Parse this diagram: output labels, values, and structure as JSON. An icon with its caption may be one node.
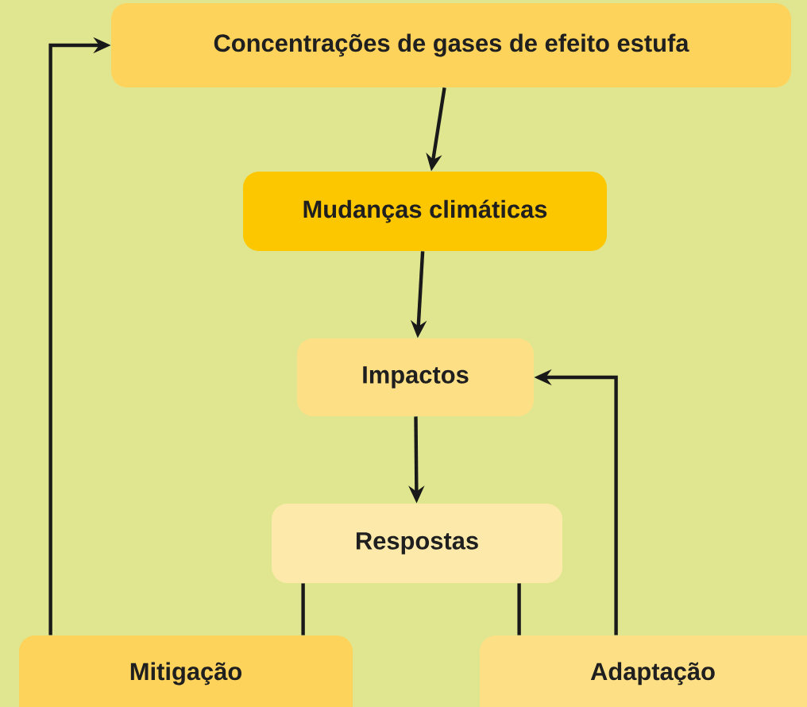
{
  "diagram": {
    "nodes": [
      {
        "text": [
          "Concentrações de gases de efeito estufa"
        ]
      },
      {
        "text": [
          "Mudanças climáticas"
        ]
      },
      {
        "text": [
          "Impactos"
        ]
      },
      {
        "text": [
          "Respostas"
        ]
      },
      {
        "text": [
          "Mitigação"
        ]
      },
      {
        "text": [
          "Adaptação"
        ]
      }
    ],
    "edges": [
      {
        "from": 0,
        "to": 1,
        "arrow": "to"
      },
      {
        "from": 1,
        "to": 2,
        "arrow": "to"
      },
      {
        "from": 2,
        "to": 3,
        "arrow": "to"
      },
      {
        "from": 3,
        "to": 4,
        "arrow": "none"
      },
      {
        "from": 3,
        "to": 5,
        "arrow": "none"
      },
      {
        "from": 4,
        "to": 0,
        "arrow": "to"
      },
      {
        "from": 5,
        "to": 2,
        "arrow": "to"
      }
    ]
  }
}
